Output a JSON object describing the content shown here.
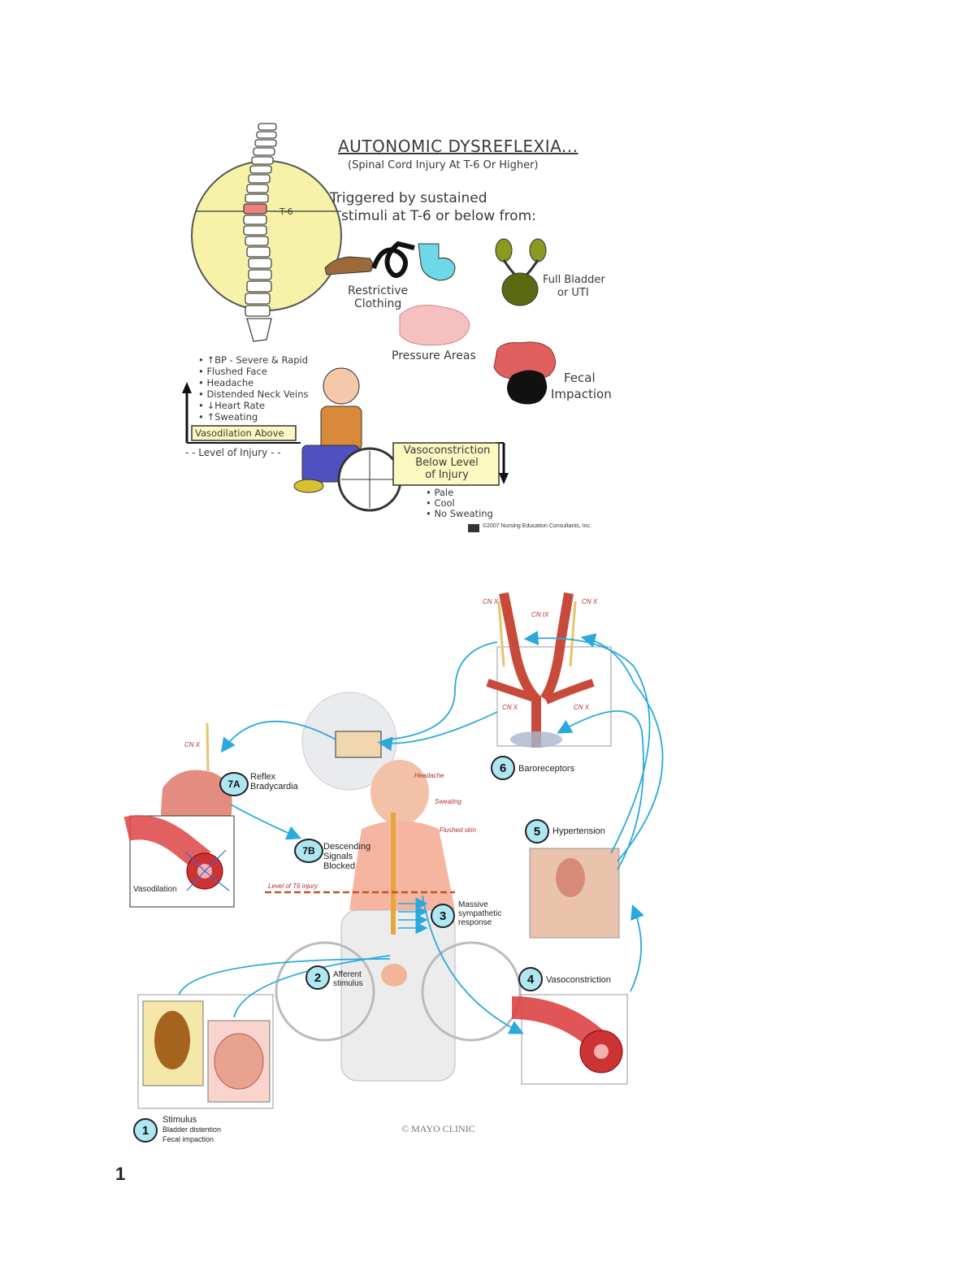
{
  "fig1": {
    "title": "AUTONOMIC DYSREFLEXIA...",
    "subtitle": "(Spinal Cord Injury At T-6 Or Higher)",
    "trigger_line1": "Triggered by sustained",
    "trigger_line2": "stimuli at T-6 or below from:",
    "t6_label": "T-6",
    "causes": {
      "restrictive_1": "Restrictive",
      "restrictive_2": "Clothing",
      "bladder_1": "Full Bladder",
      "bladder_2": "or UTI",
      "pressure": "Pressure Areas",
      "fecal_1": "Fecal",
      "fecal_2": "Impaction"
    },
    "symptoms_above": [
      "• ↑BP - Severe & Rapid",
      "• Flushed Face",
      "• Headache",
      "• Distended Neck Veins",
      "• ↓Heart Rate",
      "• ↑Sweating"
    ],
    "vasodilation_box": "Vasodilation Above",
    "level_label": "- - Level of Injury - -",
    "vasoconstriction_1": "Vasoconstriction",
    "vasoconstriction_2": "Below Level",
    "vasoconstriction_3": "of Injury",
    "symptoms_below": [
      "• Pale",
      "• Cool",
      "• No Sweating"
    ],
    "copyright": "©2007 Nursing Education Consultants, Inc."
  },
  "fig2": {
    "cnx_labels": {
      "top_left": "CN X",
      "top_mid": "CN IX",
      "top_right": "CN X",
      "mid_left": "CN X",
      "mid_right": "CN X",
      "heart": "CN X"
    },
    "steps": {
      "s1_num": "1",
      "s1_title": "Stimulus",
      "s1_line1": "Bladder distention",
      "s1_line2": "Fecal impaction",
      "s2_num": "2",
      "s2_line1": "Afferent",
      "s2_line2": "stimulus",
      "s3_num": "3",
      "s3_line1": "Massive",
      "s3_line2": "sympathetic",
      "s3_line3": "response",
      "s4_num": "4",
      "s4_title": "Vasoconstriction",
      "s5_num": "5",
      "s5_title": "Hypertension",
      "s6_num": "6",
      "s6_title": "Baroreceptors",
      "s7a_num": "7A",
      "s7a_line1": "Reflex",
      "s7a_line2": "Bradycardia",
      "s7b_num": "7B",
      "s7b_line1": "Descending",
      "s7b_line2": "Signals",
      "s7b_line3": "Blocked"
    },
    "symptom_labels": {
      "headache": "Headache",
      "sweating": "Sweating",
      "flushed": "Flushed skin"
    },
    "level_label": "Level of T6 injury",
    "vasodilation": "Vasodilation",
    "copyright": "© MAYO CLINIC"
  },
  "page_number": "1"
}
